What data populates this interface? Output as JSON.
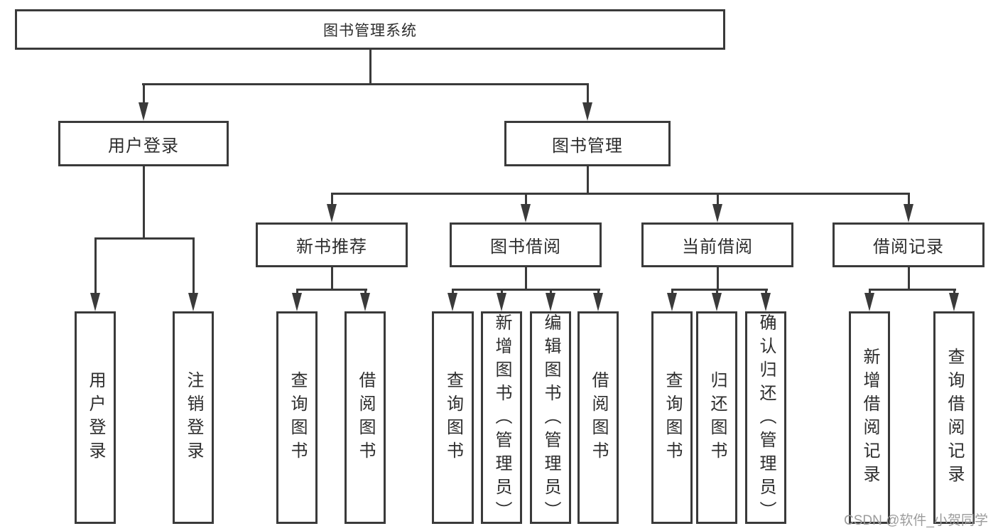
{
  "diagram_title": "图书管理系统",
  "tree": {
    "label": "图书管理系统",
    "children": [
      {
        "label": "用户登录",
        "children": [
          {
            "label": "用户登录"
          },
          {
            "label": "注销登录"
          }
        ]
      },
      {
        "label": "图书管理",
        "children": [
          {
            "label": "新书推荐",
            "children": [
              {
                "label": "查询图书"
              },
              {
                "label": "借阅图书"
              }
            ]
          },
          {
            "label": "图书借阅",
            "children": [
              {
                "label": "查询图书"
              },
              {
                "label": "新增图书（管理员）"
              },
              {
                "label": "编辑图书（管理员）"
              },
              {
                "label": "借阅图书"
              }
            ]
          },
          {
            "label": "当前借阅",
            "children": [
              {
                "label": "查询图书"
              },
              {
                "label": "归还图书"
              },
              {
                "label": "确认归还（管理员）"
              }
            ]
          },
          {
            "label": "借阅记录",
            "children": [
              {
                "label": "新增借阅记录"
              },
              {
                "label": "查询借阅记录"
              }
            ]
          }
        ]
      }
    ]
  },
  "watermark": {
    "text": "CSDN @软件_小贺同学"
  },
  "colors": {
    "line": "#3a3a3a",
    "box_border": "#3a3a3a",
    "box_background": "#ffffff",
    "text": "#2d2d2d",
    "watermark": "#9c9c9c",
    "page_background": "#ffffff"
  }
}
